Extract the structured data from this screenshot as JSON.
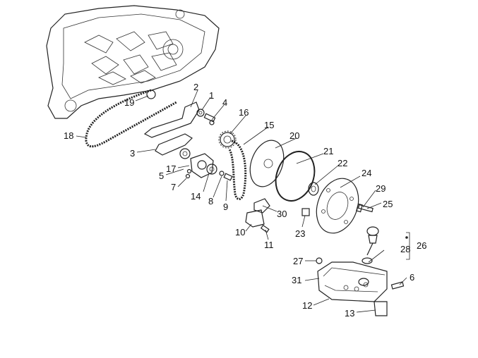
{
  "parts": [
    {
      "id": "1",
      "label": "1"
    },
    {
      "id": "2",
      "label": "2"
    },
    {
      "id": "3",
      "label": "3"
    },
    {
      "id": "4",
      "label": "4"
    },
    {
      "id": "5",
      "label": "5"
    },
    {
      "id": "6",
      "label": "6"
    },
    {
      "id": "7",
      "label": "7"
    },
    {
      "id": "8",
      "label": "8"
    },
    {
      "id": "9",
      "label": "9"
    },
    {
      "id": "10",
      "label": "10"
    },
    {
      "id": "11",
      "label": "11"
    },
    {
      "id": "12",
      "label": "12"
    },
    {
      "id": "13",
      "label": "13"
    },
    {
      "id": "14",
      "label": "14"
    },
    {
      "id": "15",
      "label": "15"
    },
    {
      "id": "16",
      "label": "16"
    },
    {
      "id": "17",
      "label": "17"
    },
    {
      "id": "18",
      "label": "18"
    },
    {
      "id": "19",
      "label": "19"
    },
    {
      "id": "20",
      "label": "20"
    },
    {
      "id": "21",
      "label": "21"
    },
    {
      "id": "22",
      "label": "22"
    },
    {
      "id": "23",
      "label": "23"
    },
    {
      "id": "24",
      "label": "24"
    },
    {
      "id": "25",
      "label": "25"
    },
    {
      "id": "26",
      "label": "26"
    },
    {
      "id": "27",
      "label": "27"
    },
    {
      "id": "28",
      "label": "28"
    },
    {
      "id": "29",
      "label": "29"
    },
    {
      "id": "30",
      "label": "30"
    },
    {
      "id": "31",
      "label": "31"
    }
  ]
}
